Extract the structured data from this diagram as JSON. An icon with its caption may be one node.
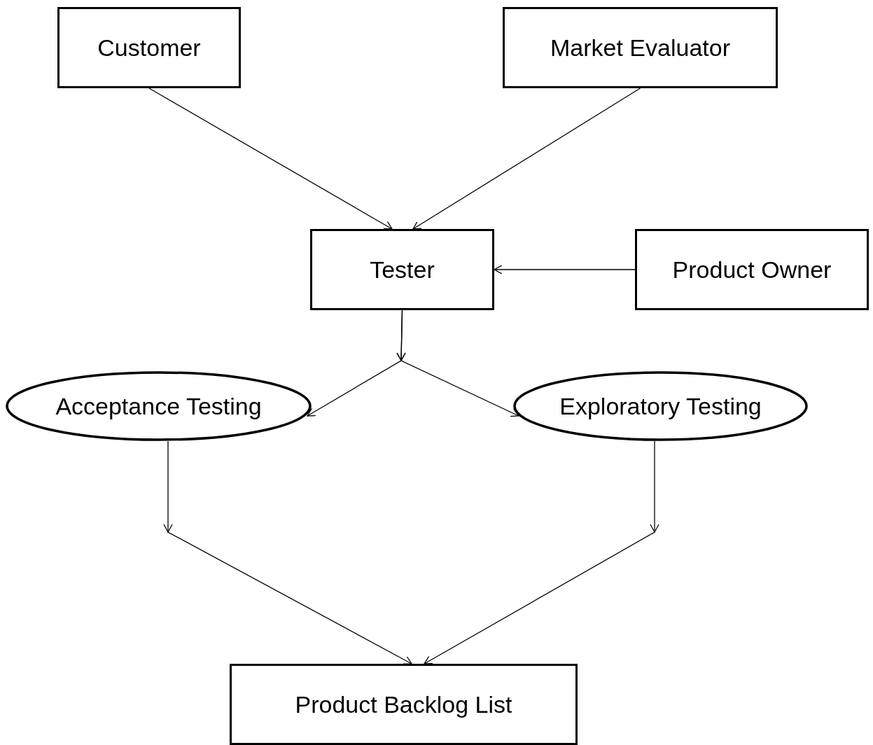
{
  "diagram": {
    "nodes": [
      {
        "text": [
          "Customer"
        ]
      },
      {
        "text": [
          "Market Evaluator"
        ]
      },
      {
        "text": [
          "Tester"
        ]
      },
      {
        "text": [
          "Product Owner"
        ]
      },
      {
        "text": [
          "Acceptance Testing"
        ]
      },
      {
        "text": [
          "Exploratory Testing"
        ]
      },
      {
        "text": [
          "Product Backlog List"
        ]
      }
    ],
    "edges": [
      {
        "from": 0,
        "to": 2,
        "arrow": "to"
      },
      {
        "from": 1,
        "to": 2,
        "arrow": "to"
      },
      {
        "from": 3,
        "to": 2,
        "arrow": "to"
      },
      {
        "from": 2,
        "to": 4,
        "arrow": "to"
      },
      {
        "from": 2,
        "to": 5,
        "arrow": "to"
      },
      {
        "from": 4,
        "to": 6,
        "arrow": "to"
      },
      {
        "from": 5,
        "to": 6,
        "arrow": "to"
      }
    ]
  }
}
